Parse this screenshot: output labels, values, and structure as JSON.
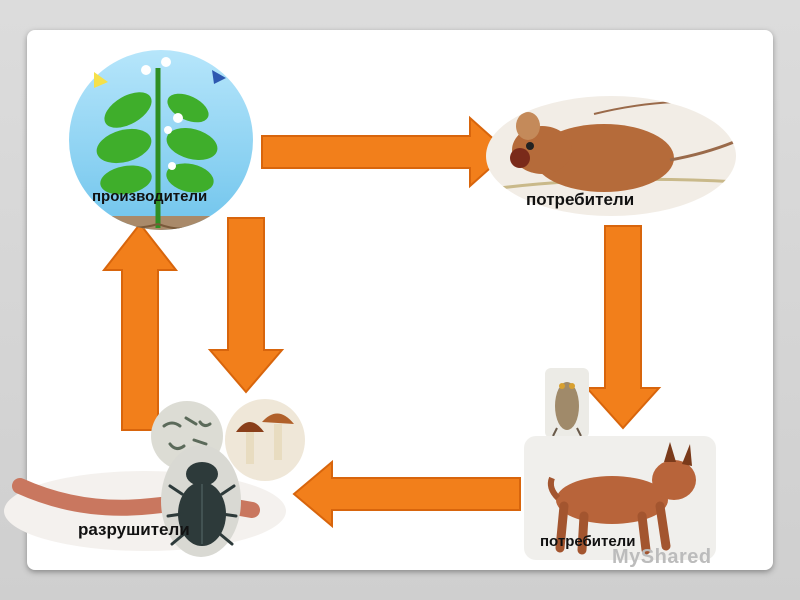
{
  "nodes": {
    "producers": {
      "label": "производители"
    },
    "consumer_1": {
      "label": "потребители"
    },
    "consumer_2": {
      "label": "потребители"
    },
    "decomposers": {
      "label": "разрушители"
    }
  },
  "watermark": {
    "text": "MyShared"
  },
  "colors": {
    "arrow_fill": "#f27f1b",
    "arrow_stroke": "#d8650c",
    "plant_green": "#3fae2b",
    "sky_blue": "#8fd3f2",
    "mouse_brown": "#b56b3a",
    "lynx_orange": "#b8643a",
    "worm_pink": "#c9775f",
    "beetle_dark": "#2d3a3a"
  }
}
